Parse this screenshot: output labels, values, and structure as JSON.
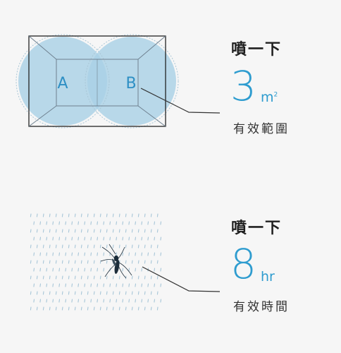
{
  "colors": {
    "background": "#f6f6f6",
    "accent": "#2e9ccf",
    "circle_fill": "#a9d1e6",
    "drops": "#a7c6d8"
  },
  "panel1": {
    "heading": "噴一下",
    "value": "3",
    "unit": "m",
    "unit_sup": "2",
    "caption": "有效範圍",
    "zone_a_label": "A",
    "zone_b_label": "B"
  },
  "panel2": {
    "heading": "噴一下",
    "value": "8",
    "unit": "hr",
    "caption": "有效時間",
    "icon": "mosquito-icon"
  }
}
